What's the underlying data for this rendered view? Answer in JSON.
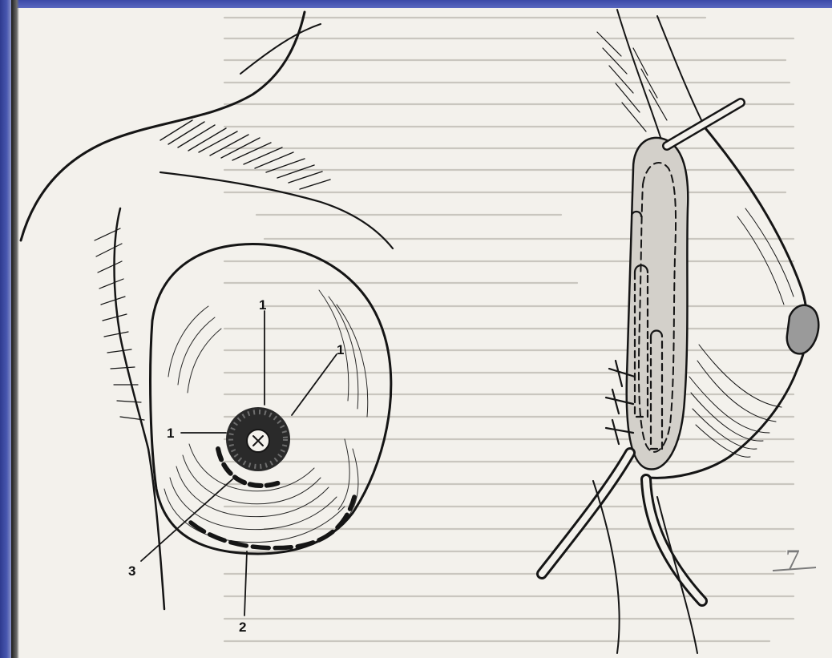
{
  "figure": {
    "callouts": {
      "label_1_top": "1",
      "label_1_top_right": "1",
      "label_1_left": "1",
      "label_2": "2",
      "label_3": "3"
    },
    "margin_mark": "7"
  },
  "colors": {
    "slide_accent": "#3c4aa8",
    "paper": "#f3f1ec",
    "ink": "#151515",
    "implant_fill": "#d3d0ca"
  }
}
